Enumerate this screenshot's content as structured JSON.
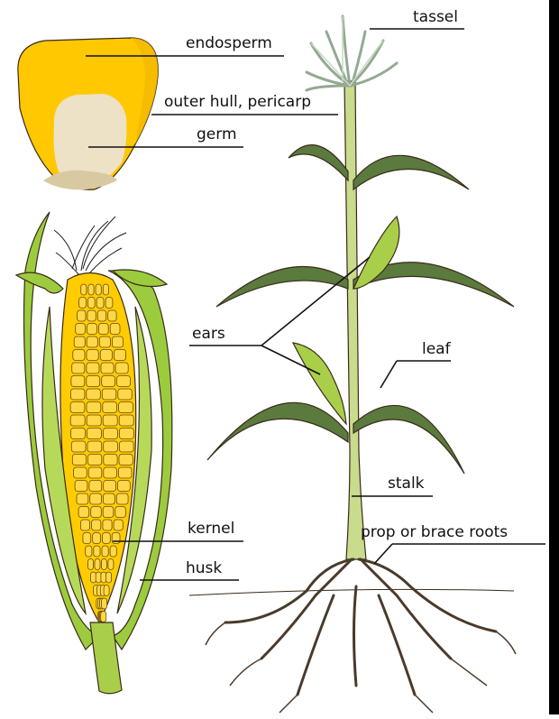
{
  "labels": {
    "endosperm": "endosperm",
    "outer_hull": "outer hull, pericarp",
    "germ": "germ",
    "tassel": "tassel",
    "ears": "ears",
    "leaf": "leaf",
    "stalk": "stalk",
    "kernel": "kernel",
    "husk": "husk",
    "prop_roots": "prop or brace roots"
  },
  "colors": {
    "kernel_yellow": "#FFCC00",
    "germ_cream": "#EDE2C6",
    "leaf_green": "#5B7A3E",
    "stalk_green": "#C9DB8C",
    "husk_green": "#9CCB3D",
    "root_brown": "#4A3A2A",
    "tassel_green": "#C7D8C0"
  }
}
